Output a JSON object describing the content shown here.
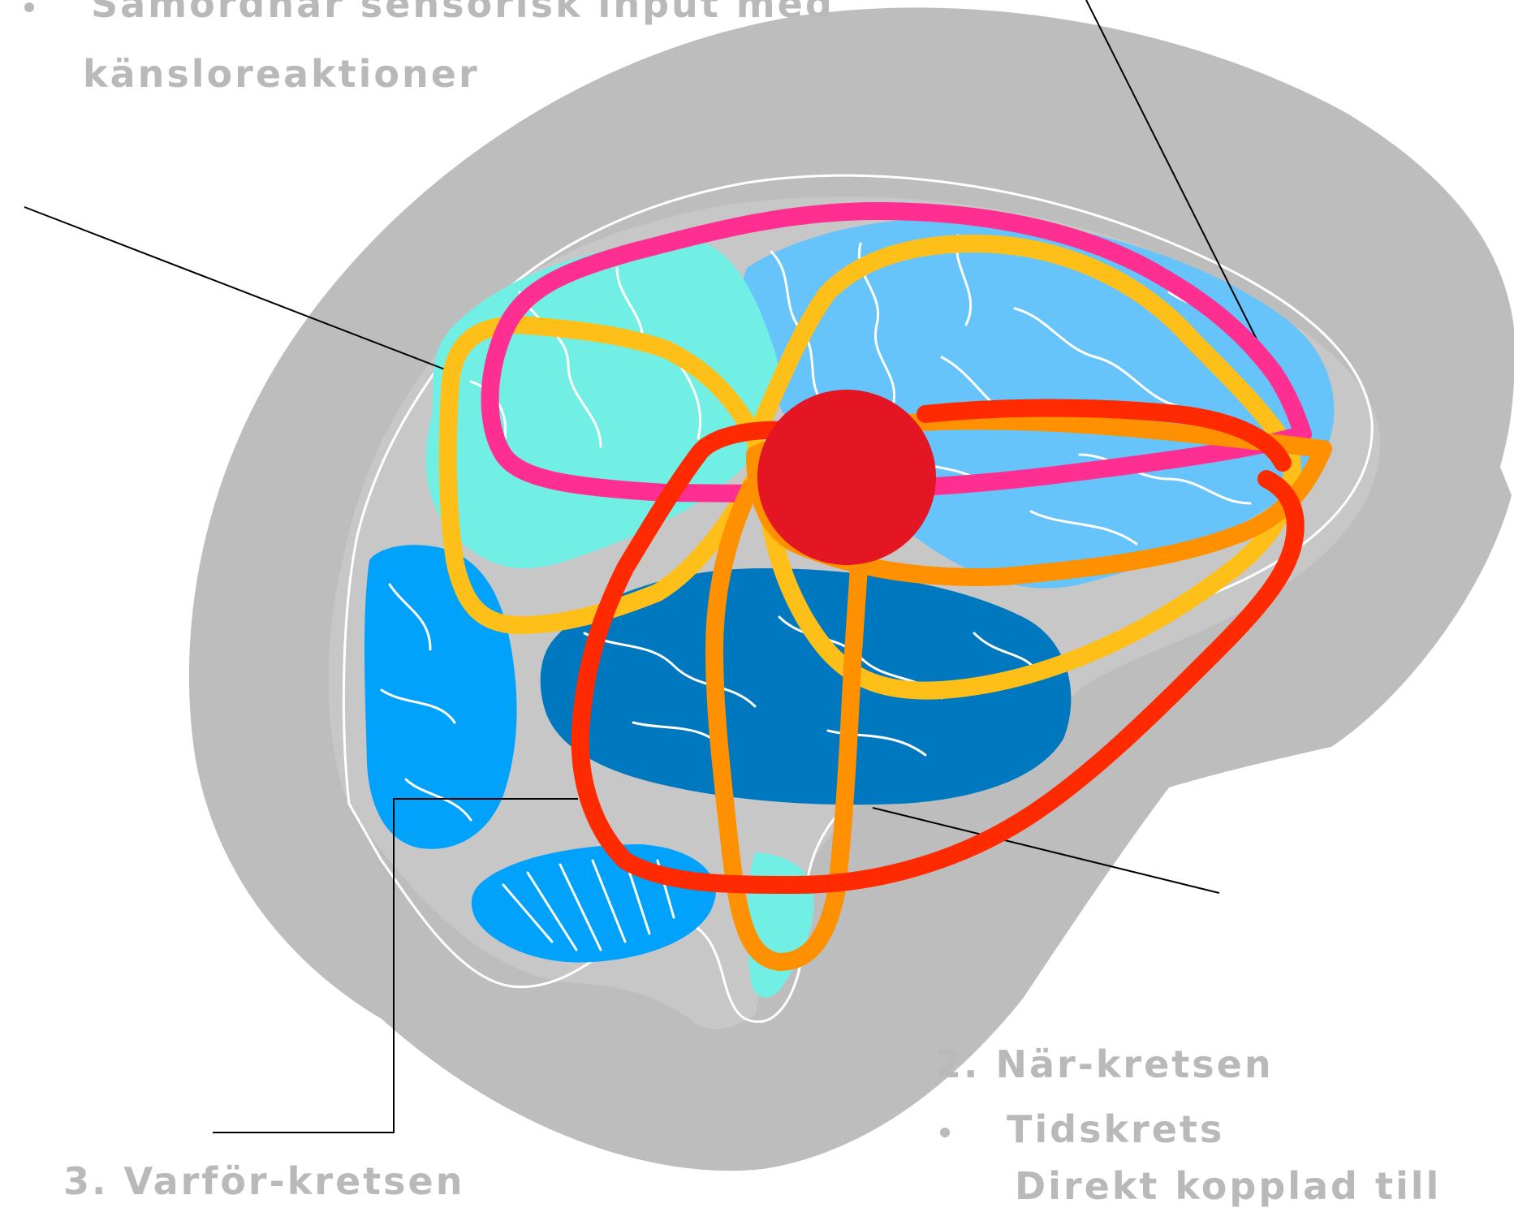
{
  "annotations": {
    "top_left": {
      "bullet_line_1": "Samordnar sensorisk input med",
      "bullet_line_2": "känsloreaktioner"
    },
    "bottom_right": {
      "heading": "2. När-kretsen",
      "bullet_1": "Tidskrets",
      "bullet_2_partial": "Direkt kopplad till"
    },
    "bottom_left": {
      "heading_partial": "3. Varför-kretsen"
    }
  },
  "colors": {
    "head_silhouette": "#bdbdbd",
    "brain_outline": "#ffffff",
    "region_frontal": "#66c4fb",
    "region_parietal": "#72efe4",
    "region_occipital": "#00a2fc",
    "region_temporal": "#0078c0",
    "region_cerebellum": "#00a2fc",
    "circuit_pink": "#ff2f92",
    "circuit_yellow": "#fec018",
    "circuit_orange": "#ff9000",
    "circuit_red": "#ff2a00",
    "hub": "#e41624",
    "label_text": "#b9b9b9",
    "leader_line": "#000000"
  },
  "icons": [
    "bullet-dot"
  ]
}
